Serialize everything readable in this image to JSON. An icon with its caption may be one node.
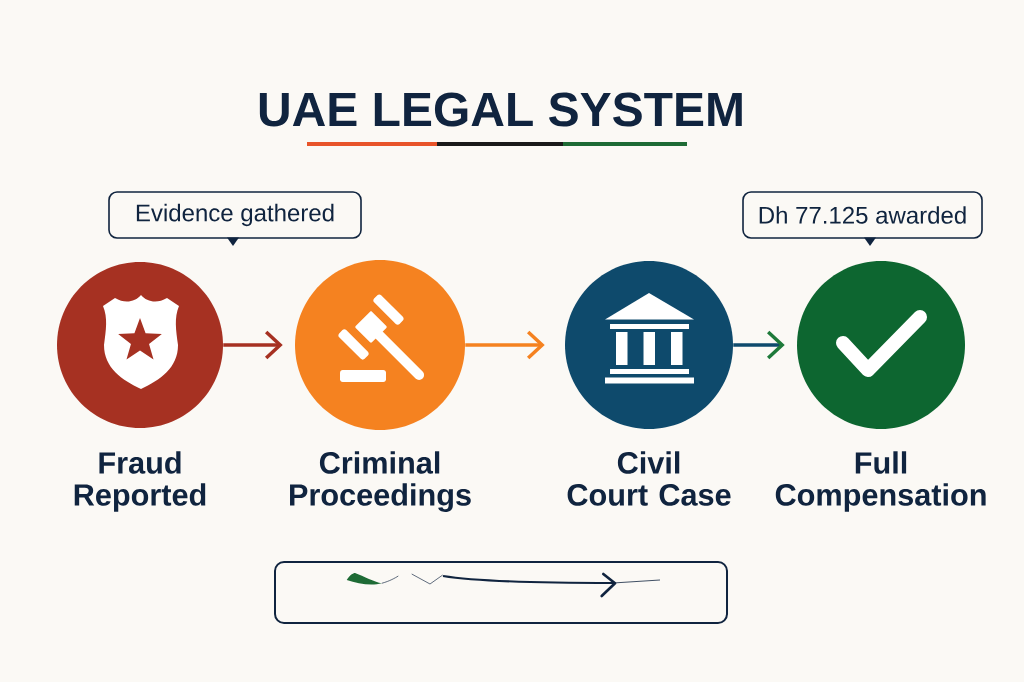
{
  "diagram": {
    "title": "UAE LEGAL SYSTEM",
    "nodes": [
      {
        "text": [
          "Evidence gathered"
        ]
      },
      {
        "text": [
          "Dh 77.125 awarded"
        ]
      },
      {
        "text": [
          "Fraud Reported"
        ]
      },
      {
        "text": [
          "Criminal Proceedings"
        ]
      },
      {
        "text": [
          "Civil Court Case"
        ]
      },
      {
        "text": [
          "Full Compensation"
        ]
      },
      {
        "text": [],
        "shape": "box"
      }
    ],
    "edges": [
      {
        "from": 2,
        "to": 3,
        "arrow": "to",
        "color": "#a63122"
      },
      {
        "from": 3,
        "to": 4,
        "arrow": "to",
        "color": "#f58220"
      },
      {
        "from": 4,
        "to": 5,
        "arrow": "to",
        "color": "#0e4a6c"
      }
    ]
  }
}
